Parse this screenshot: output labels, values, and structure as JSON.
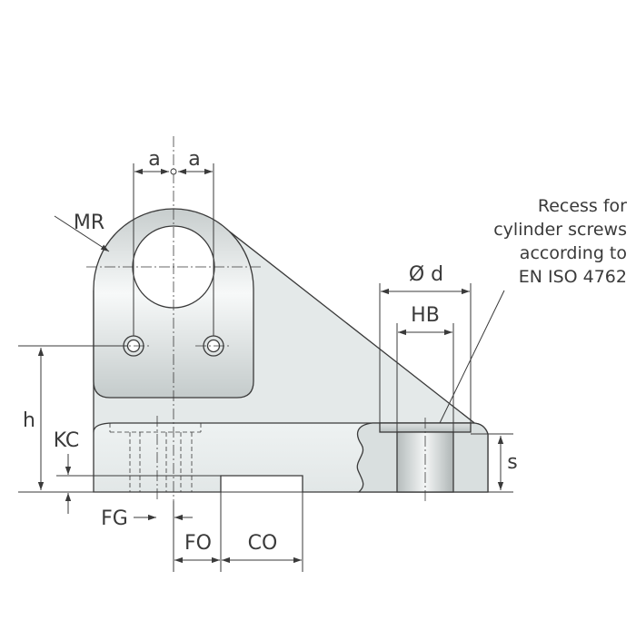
{
  "labels": {
    "a_left": "a",
    "a_right": "a",
    "mr": "MR",
    "h": "h",
    "kc": "KC",
    "fg": "FG",
    "fo": "FO",
    "co": "CO",
    "od": "Ø d",
    "hb": "HB",
    "s": "s"
  },
  "note": {
    "line1": "Recess for",
    "line2": "cylinder screws",
    "line3": "according to",
    "line4": "EN ISO 4762"
  },
  "colors": {
    "line": "#3a3a3a",
    "body_light": "#e9eeee",
    "body_dark": "#c9cfcf",
    "rib": "#e3e8e8"
  }
}
